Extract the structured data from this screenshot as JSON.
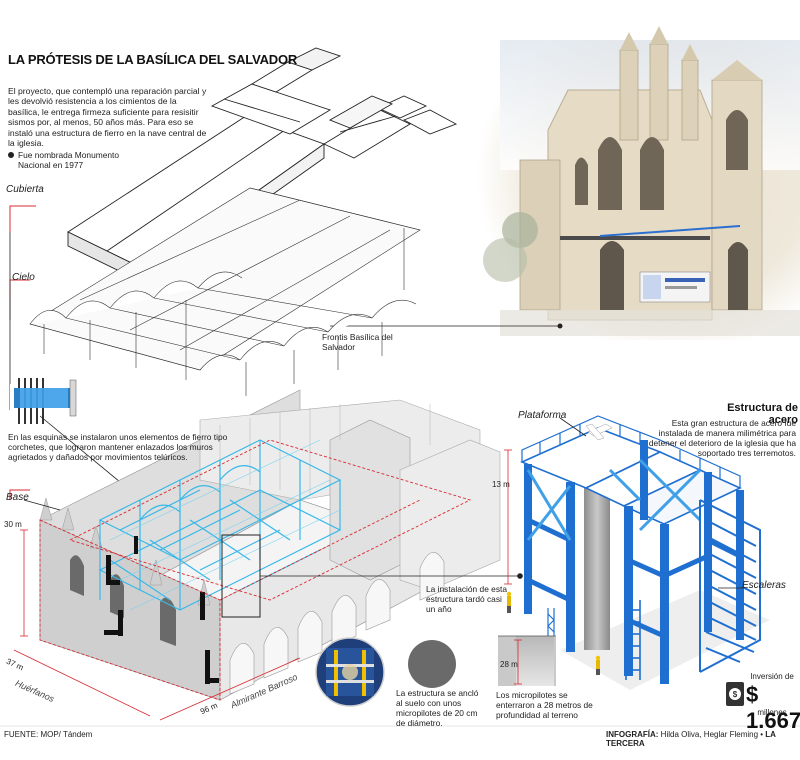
{
  "title": "LA PRÓTESIS DE LA BASÍLICA DEL SALVADOR",
  "intro": "El proyecto, que contempló una reparación parcial y les devolvió resistencia a los cimientos de la basílica, le entrega firmeza suficiente para resisitir sismos por, al menos, 50 años más. Para eso se instaló una estructura de fierro en la nave central de la iglesia.",
  "bullet": "Fue nombrada Monumento Nacional en 1977",
  "labels": {
    "cubierta": "Cubierta",
    "cielo": "Cielo",
    "frontis": "Frontis Basílica del Salvador",
    "base": "Base",
    "plataforma": "Plataforma",
    "escaleras": "Escaleras"
  },
  "corchetes_note": "En las esquinas se instalaron unos elementos de fierro tipo corchetes, que lograron mantener enlazados los muros agrietados y dañados por movimientos telúricos.",
  "steel": {
    "title": "Estructura de acero",
    "text": "Esta gran estructura de acero fue instalada de manera milimétrica para detener el deterioro de la iglesia que ha soportado tres terremotos."
  },
  "installation_note": "La instalación de esta estructura tardó casi un año",
  "anchor_note": "La estructura se ancló al suelo con unos micropilotes de 20 cm de diámetro.",
  "micropile_note": "Los micropilotes se enterraron a 28 metros de profundidad al terreno",
  "dimensions": {
    "height": "30 m",
    "depth": "37 m",
    "length": "96 m",
    "platform": "13 m",
    "pile": "28 m"
  },
  "streets": {
    "street1": "Huérfanos",
    "street2": "Almirante Barroso"
  },
  "investment": {
    "label": "Inversión de",
    "amount": "$ 1.667",
    "unit": "millones"
  },
  "footer": {
    "source": "FUENTE: MOP/ Tándem",
    "credit_label": "INFOGRAFÍA:",
    "credit": "Hilda Oliva, Heglar Fleming •",
    "brand": "LA TERCERA"
  },
  "colors": {
    "steel_blue": "#1f6fd1",
    "steel_light": "#3fa0e8",
    "accent_red": "#d8282f",
    "cyan": "#36b8e8"
  }
}
